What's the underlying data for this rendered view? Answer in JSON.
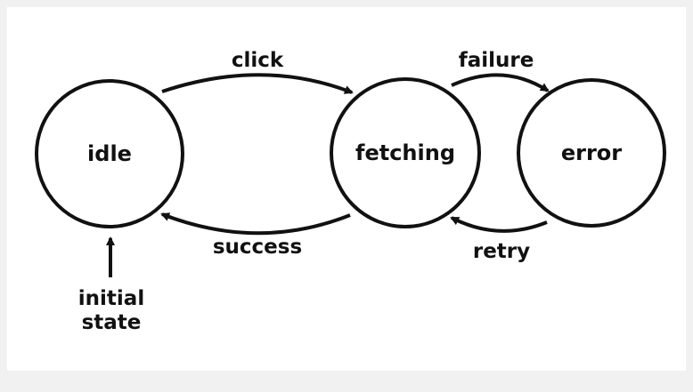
{
  "diagram": {
    "states": [
      {
        "id": "idle",
        "label": "idle"
      },
      {
        "id": "fetching",
        "label": "fetching"
      },
      {
        "id": "error",
        "label": "error"
      }
    ],
    "transitions": [
      {
        "from": "idle",
        "to": "fetching",
        "label": "click"
      },
      {
        "from": "fetching",
        "to": "idle",
        "label": "success"
      },
      {
        "from": "fetching",
        "to": "error",
        "label": "failure"
      },
      {
        "from": "error",
        "to": "fetching",
        "label": "retry"
      }
    ],
    "initial": {
      "state": "idle",
      "label_line1": "initial",
      "label_line2": "state"
    },
    "colors": {
      "stroke": "#111111",
      "background": "#ffffff",
      "frame": "#f1f1f1"
    }
  }
}
